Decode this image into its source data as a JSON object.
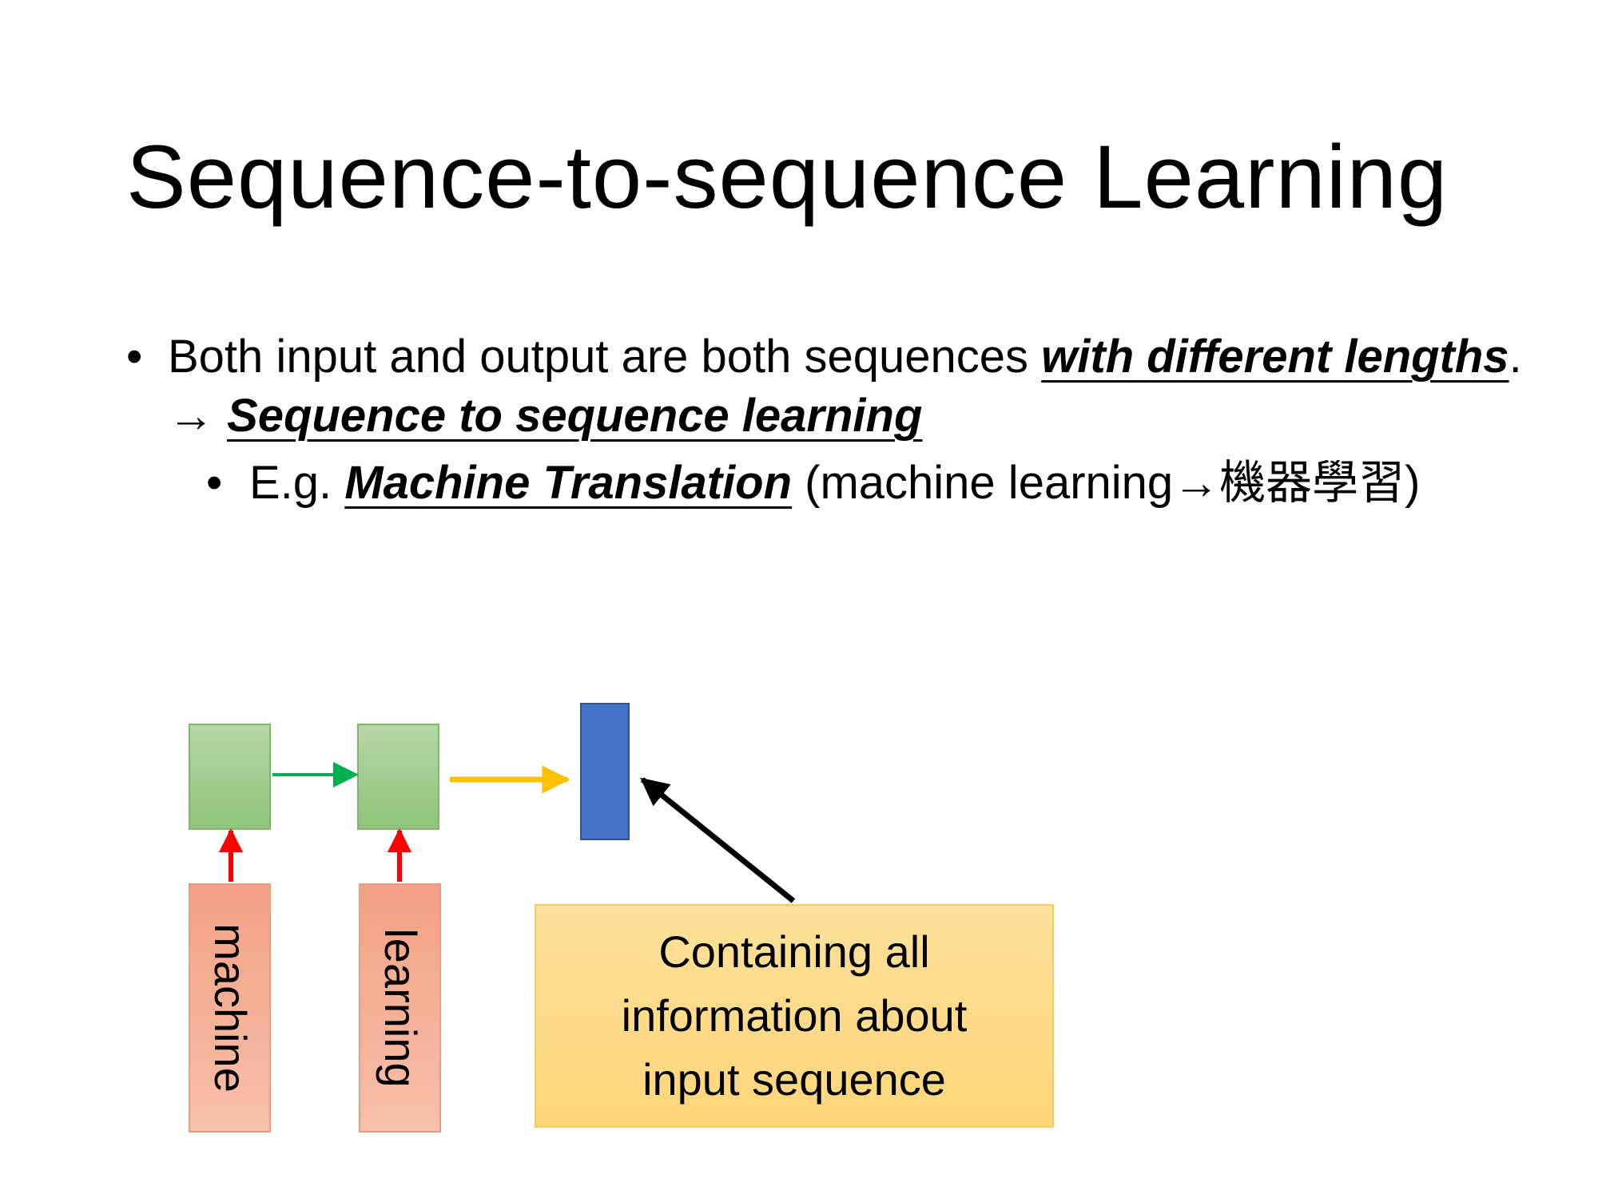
{
  "slide": {
    "title": "Sequence-to-sequence Learning",
    "bullet": {
      "marker": "•",
      "text_1": "Both input and output are both sequences ",
      "emph_1": "with different lengths",
      "text_2": ". → ",
      "emph_2": "Sequence to sequence learning"
    },
    "sub_bullet": {
      "marker": "•",
      "text_1": "E.g. ",
      "emph_1": "Machine Translation",
      "text_2": " (machine learning→機器學習)"
    }
  },
  "diagram": {
    "inputs": [
      "machine",
      "learning"
    ],
    "note": "Containing all information about input sequence",
    "colors": {
      "rnn_cell": "#a9d18e",
      "input_box": "#f4b183",
      "context_vector": "#4472c4",
      "note_box": "#ffd966",
      "recurrent_arrow": "#00b050",
      "output_arrow": "#ffc000",
      "input_arrow": "#ff0000",
      "pointer_arrow": "#000000"
    }
  }
}
